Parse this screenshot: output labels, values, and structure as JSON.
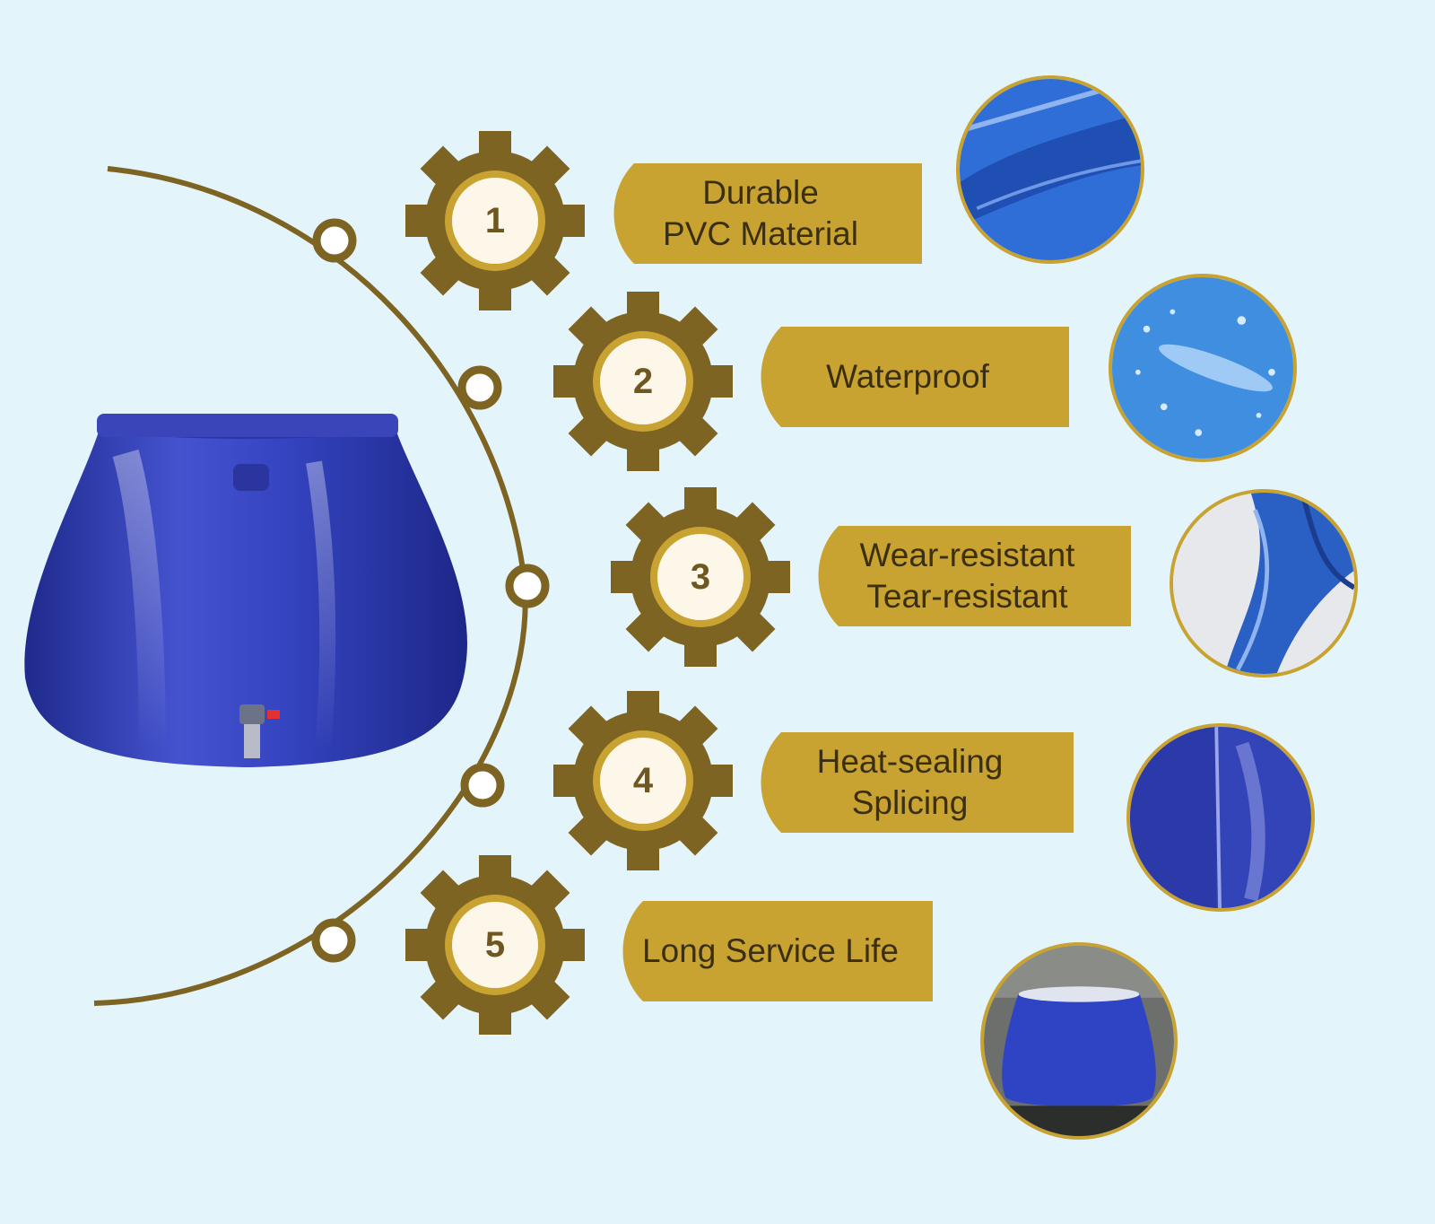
{
  "colors": {
    "background": "#e3f4fb",
    "gold": "#c9a332",
    "gear_dark": "#7d6422",
    "tank_blue": "#2f3fb3"
  },
  "features": [
    {
      "number": "1",
      "label": "Durable\nPVC Material",
      "thumbnail": "pvc-fabric-closeup"
    },
    {
      "number": "2",
      "label": "Waterproof",
      "thumbnail": "water-droplets-closeup"
    },
    {
      "number": "3",
      "label": "Wear-resistant\nTear-resistant",
      "thumbnail": "twisted-fabric-closeup"
    },
    {
      "number": "4",
      "label": "Heat-sealing\nSplicing",
      "thumbnail": "seam-closeup"
    },
    {
      "number": "5",
      "label": "Long Service Life",
      "thumbnail": "tank-in-use-photo"
    }
  ],
  "product_image": "blue-pvc-water-tank-icon"
}
